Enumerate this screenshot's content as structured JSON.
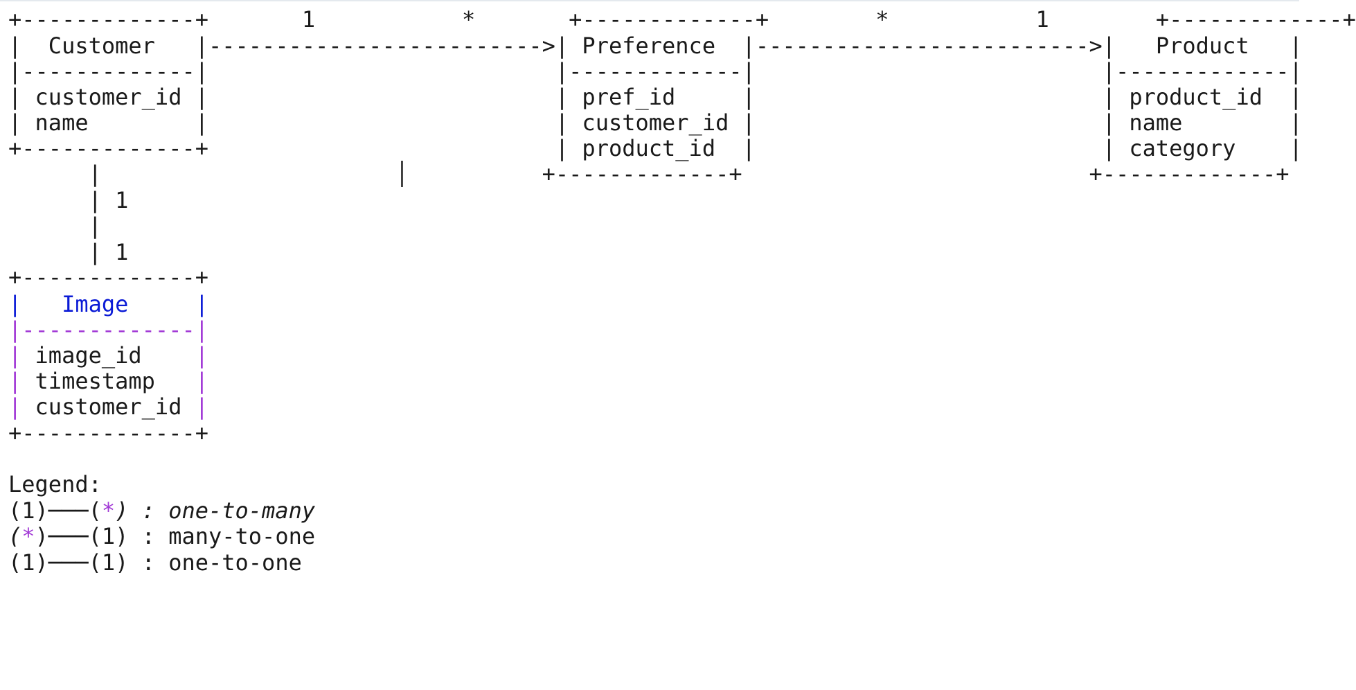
{
  "diagram": {
    "lines": [
      [
        {
          "t": "+-------------+       1           *       +-------------+        *           1        +-------------+"
        }
      ],
      [
        {
          "t": "|  Customer   |------------------------->| Preference  |------------------------->|   Product   |"
        }
      ],
      [
        {
          "t": "|-------------|                          |-------------|                          |-------------|"
        }
      ],
      [
        {
          "t": "| customer_id |                          | pref_id     |                          | product_id  |"
        }
      ],
      [
        {
          "t": "| name        |                          | customer_id |                          | name        |"
        }
      ],
      [
        {
          "t": "+-------------+                          | product_id  |                          | category    |"
        }
      ],
      [
        {
          "t": "      |                      │          +-------------+                          +-------------+"
        }
      ],
      [
        {
          "t": "      | 1"
        }
      ],
      [
        {
          "t": "      |"
        }
      ],
      [
        {
          "t": "      | 1"
        }
      ],
      [
        {
          "t": "+-------------+"
        }
      ],
      [
        {
          "t": "|",
          "c": "blue"
        },
        {
          "t": "   Image     ",
          "c": "blue"
        },
        {
          "t": "|",
          "c": "blue"
        }
      ],
      [
        {
          "t": "|-------------|",
          "c": "purple"
        }
      ],
      [
        {
          "t": "|",
          "c": "purple"
        },
        {
          "t": " image_id    "
        },
        {
          "t": "|",
          "c": "purple"
        }
      ],
      [
        {
          "t": "|",
          "c": "purple"
        },
        {
          "t": " timestamp   "
        },
        {
          "t": "|",
          "c": "purple"
        }
      ],
      [
        {
          "t": "|",
          "c": "purple"
        },
        {
          "t": " customer_id "
        },
        {
          "t": "|",
          "c": "purple"
        }
      ],
      [
        {
          "t": "+-------------+"
        }
      ],
      [
        {
          "t": ""
        }
      ],
      [
        {
          "t": "Legend:"
        }
      ],
      [
        {
          "t": "(1)───("
        },
        {
          "t": "*",
          "c": "purple",
          "i": true
        },
        {
          "t": ")",
          "i": true
        },
        {
          "t": " : ",
          "i": true
        },
        {
          "t": "one-to-many",
          "i": true
        }
      ],
      [
        {
          "t": "(",
          "i": true
        },
        {
          "t": "*",
          "c": "purple",
          "i": true
        },
        {
          "t": ")───(1) : many-to-one"
        }
      ],
      [
        {
          "t": "(1)───(1) : one-to-one"
        }
      ]
    ]
  }
}
